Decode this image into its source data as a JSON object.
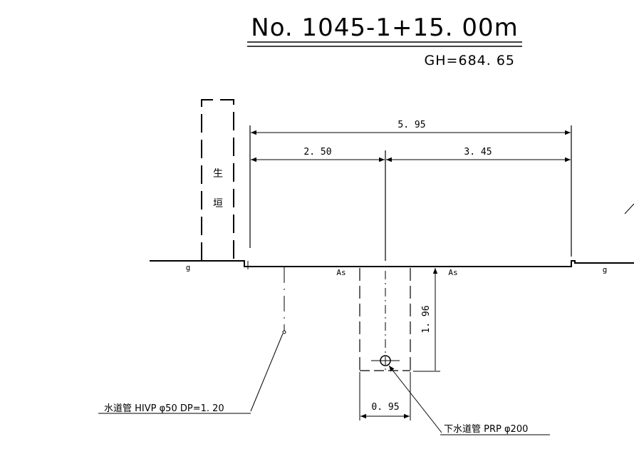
{
  "header": {
    "station": "No. 1045-1+15. 00m",
    "ground_height": "GH=684. 65"
  },
  "hedge": {
    "char_top": "生",
    "char_bottom": "垣"
  },
  "dimensions": {
    "total_width": "5. 95",
    "left_width": "2. 50",
    "right_width": "3. 45",
    "sewer_depth": "1. 96",
    "trench_width": "0. 95"
  },
  "surfaces": {
    "left_edge": "g",
    "left_road": "As",
    "right_road": "As",
    "right_edge": "g"
  },
  "utilities": {
    "water_pipe": "水道管 HIVP φ50 DP=1. 20",
    "sewer_pipe": "下水道管 PRP φ200"
  }
}
